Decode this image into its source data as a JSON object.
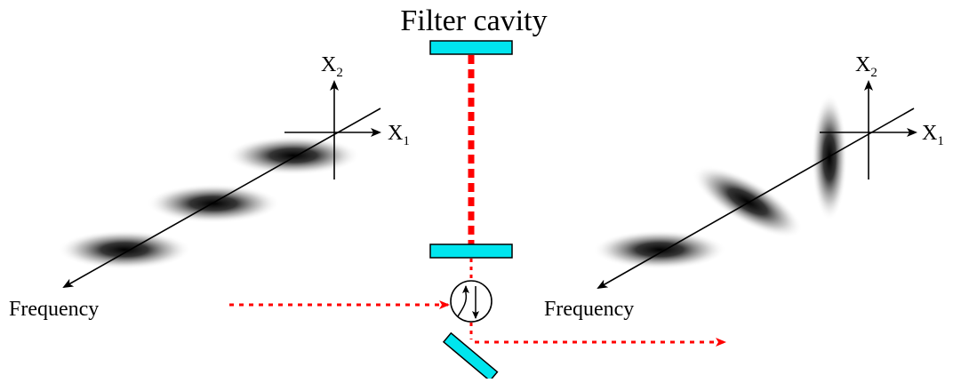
{
  "title": "Filter cavity",
  "left_plot": {
    "x_axis": "X",
    "x_sub": "1",
    "y_axis": "X",
    "y_sub": "2",
    "frequency_label": "Frequency"
  },
  "right_plot": {
    "x_axis": "X",
    "x_sub": "1",
    "y_axis": "X",
    "y_sub": "2",
    "frequency_label": "Frequency"
  },
  "colors": {
    "mirror": "#00e5ee",
    "beam": "#ff0000",
    "ink": "#000000"
  }
}
